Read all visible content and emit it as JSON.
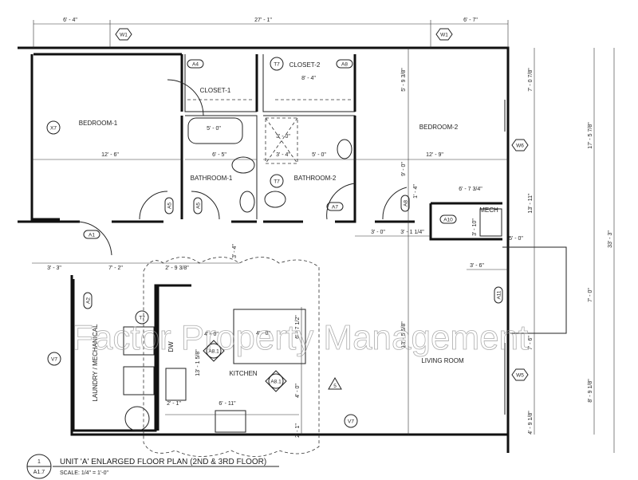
{
  "title_block": {
    "title": "UNIT 'A' ENLARGED FLOOR PLAN (2ND & 3RD FLOOR)",
    "scale": "SCALE: 1/4\" = 1'-0\"",
    "detail_number": "1",
    "sheet": "A1.7"
  },
  "watermark": "Factor Property Management",
  "rooms": [
    "BEDROOM-1",
    "BEDROOM-2",
    "CLOSET-1",
    "CLOSET-2",
    "BATHROOM-1",
    "BATHROOM-2",
    "MECH",
    "KITCHEN",
    "LAUNDRY / MECHANICAL",
    "LIVING ROOM",
    "DW"
  ],
  "dimensions": [
    "6' - 4\"",
    "27' - 1\"",
    "6' - 7\"",
    "12' - 6\"",
    "12' - 9\"",
    "8' - 4\"",
    "5' - 0\"",
    "6' - 5\"",
    "3' - 0\"",
    "3' - 4\"",
    "5' - 0\"",
    "6' - 7 3/4\"",
    "3' - 0\"",
    "3' - 1 1/4\"",
    "3' - 3\"",
    "7' - 2\"",
    "2' - 9 3/8\"",
    "5' - 0\"",
    "3' - 6\"",
    "6' - 11\"",
    "2' - 1\"",
    "4' - 0\"",
    "4' - 0\""
  ],
  "vertical_dimensions": [
    "5' - 9 3/8\"",
    "9' - 0\"",
    "7' - 0 7/8\"",
    "17' - 5 7/8\"",
    "13' - 11\"",
    "33' - 3\"",
    "7' - 0\"",
    "7' - 6\"",
    "8' - 9 1/8\"",
    "4' - 9 1/8\"",
    "13' - 5 5/8\"",
    "13' - 1 5/8\"",
    "4' - 0\"",
    "2' - 1\"",
    "1' - 4\"",
    "3' - 10\"",
    "3' - 4\"",
    "6' - 7 1/2\""
  ],
  "window_tags": [
    "W1",
    "W1",
    "W6",
    "W5"
  ],
  "door_tags": [
    "A4",
    "A8",
    "A1",
    "A5",
    "A5",
    "A7",
    "A8",
    "A10",
    "A11",
    "A2"
  ],
  "circle_tags": [
    "X7",
    "T7",
    "T7",
    "T7",
    "V7",
    "V7"
  ],
  "elevation_tags": [
    "A8.1",
    "A8.1"
  ],
  "revision_tag": "5",
  "colors": {
    "line": "#111111",
    "watermark": "#9a9a9a",
    "background": "#ffffff"
  }
}
